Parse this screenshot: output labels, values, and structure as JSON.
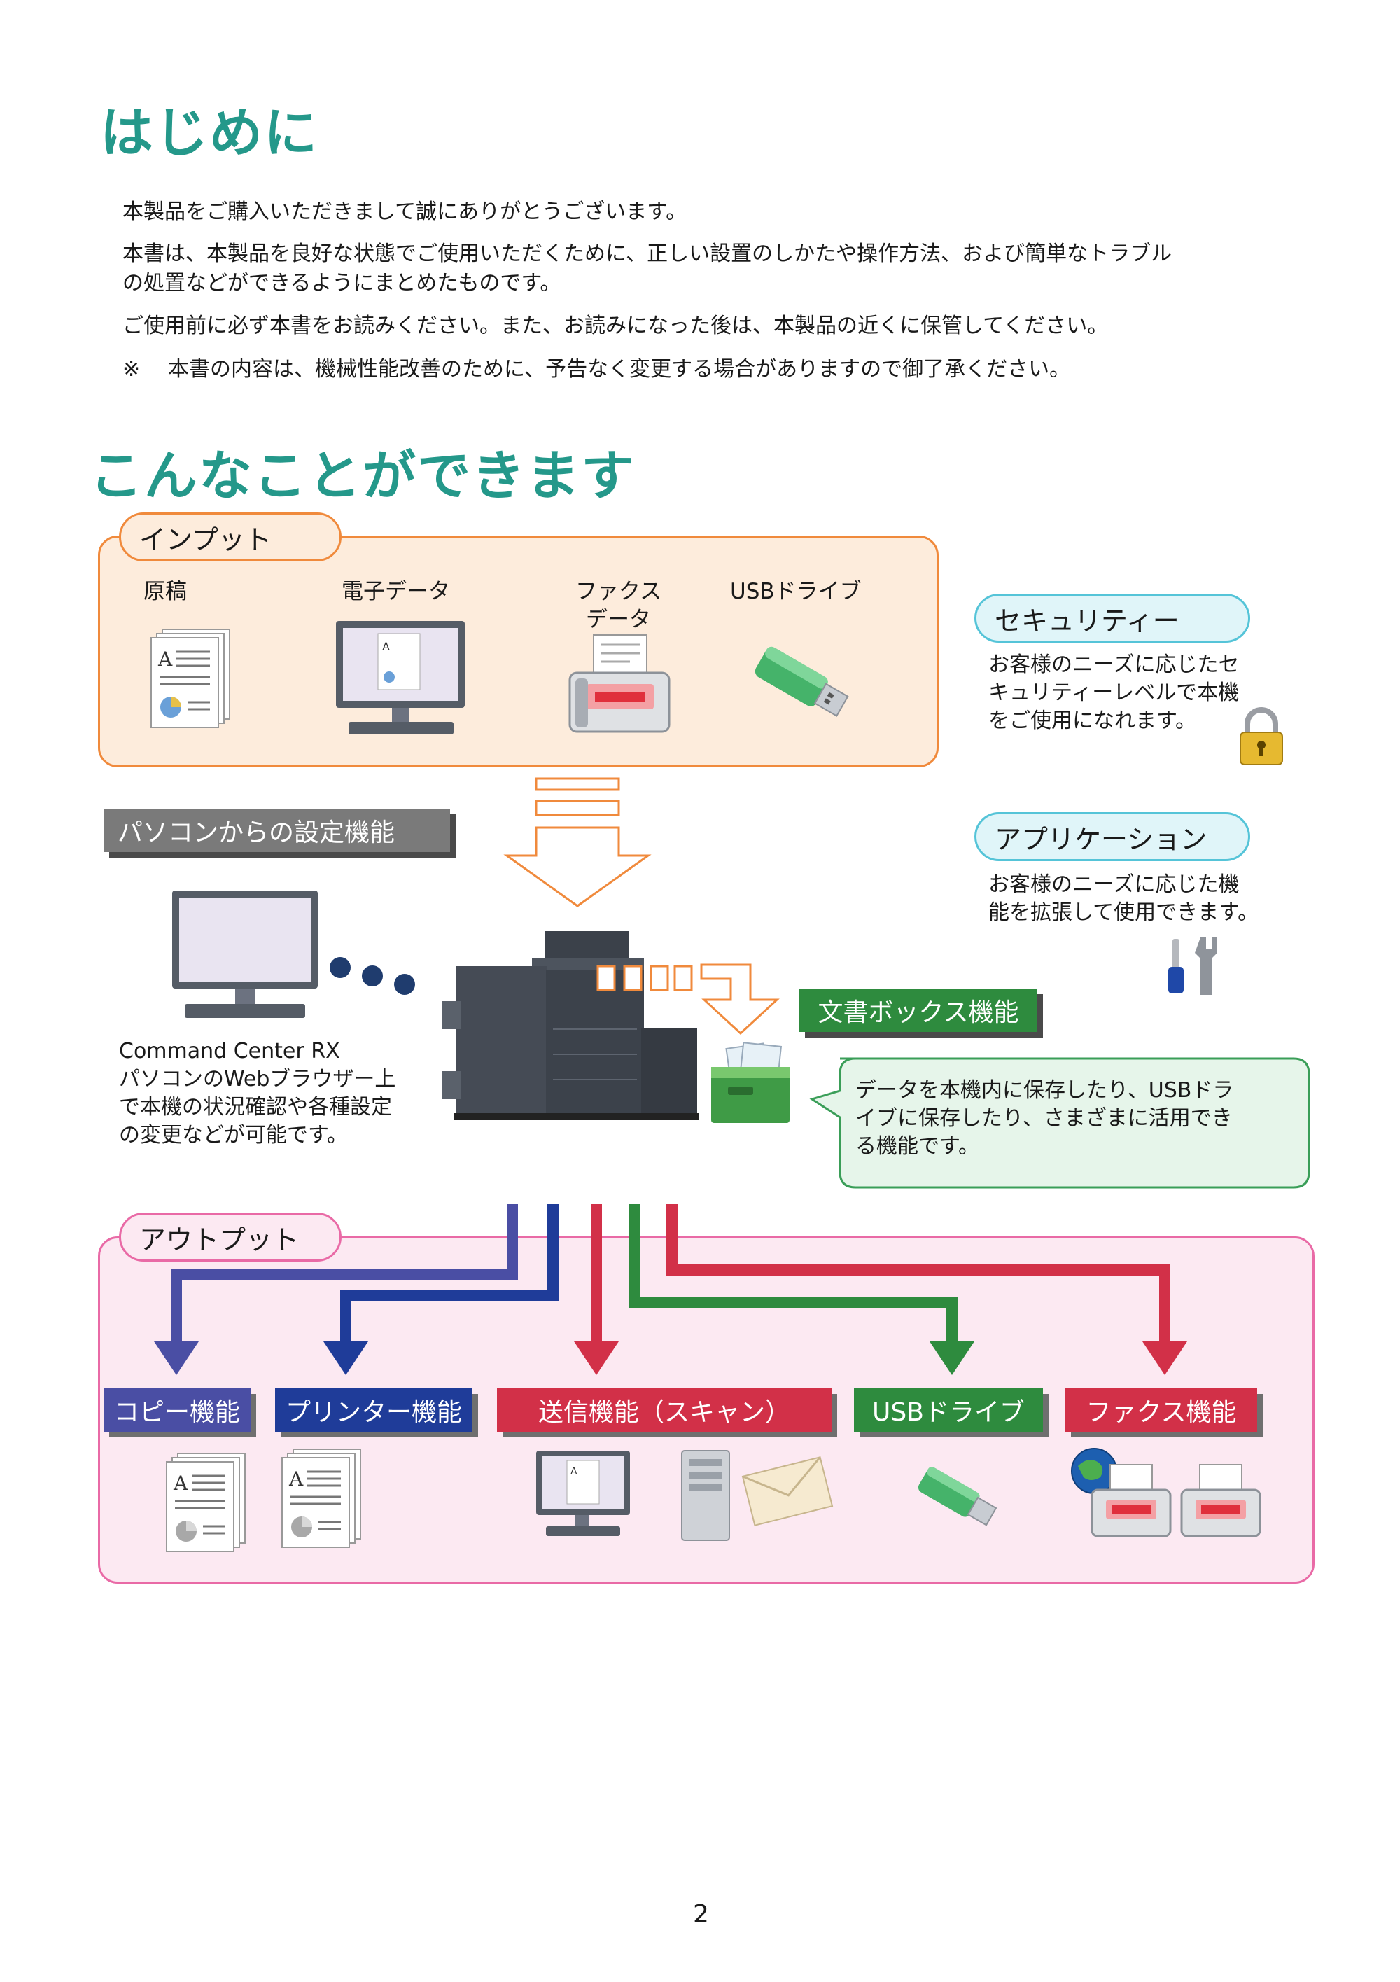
{
  "intro": {
    "title": "はじめに",
    "p1": "本製品をご購入いただきまして誠にありがとうございます。",
    "p2a": "本書は、本製品を良好な状態でご使用いただくために、正しい設置のしかたや操作方法、および簡単なトラブル",
    "p2b": "の処置などができるようにまとめたものです。",
    "p3": "ご使用前に必ず本書をお読みください。また、お読みになった後は、本製品の近くに保管してください。",
    "note_mark": "※",
    "note": "本書の内容は、機械性能改善のために、予告なく変更する場合がありますので御了承ください。"
  },
  "features": {
    "title": "こんなことができます",
    "input": {
      "label": "インプット",
      "items": [
        "原稿",
        "電子データ",
        "ファクス\nデータ",
        "USBドライブ"
      ]
    },
    "pc_settings": {
      "label": "パソコンからの設定機能",
      "desc_title": "Command Center RX",
      "desc": "パソコンのWebブラウザー上\nで本機の状況確認や各種設定\nの変更などが可能です。"
    },
    "security": {
      "label": "セキュリティー",
      "desc": "お客様のニーズに応じたセ\nキュリティーレベルで本機\nをご使用になれます。"
    },
    "application": {
      "label": "アプリケーション",
      "desc": "お客様のニーズに応じた機\n能を拡張して使用できます。"
    },
    "document_box": {
      "label": "文書ボックス機能",
      "desc": "データを本機内に保存したり、USBドラ\nイブに保存したり、さまざまに活用でき\nる機能です。"
    },
    "output": {
      "label": "アウトプット",
      "functions": [
        {
          "label": "コピー機能",
          "color": "#4a4ea4"
        },
        {
          "label": "プリンター機能",
          "color": "#1f3c99"
        },
        {
          "label": "送信機能（スキャン）",
          "color": "#d23048"
        },
        {
          "label": "USBドライブ",
          "color": "#2e8b3e"
        },
        {
          "label": "ファクス機能",
          "color": "#d23048"
        }
      ]
    },
    "icon_names": [
      "document-stack-icon",
      "monitor-icon",
      "fax-icon",
      "usb-drive-icon",
      "lock-icon",
      "tools-icon",
      "mfp-printer-icon",
      "folder-box-icon",
      "server-icon",
      "envelope-icon",
      "globe-icon"
    ]
  },
  "page_number": "2"
}
